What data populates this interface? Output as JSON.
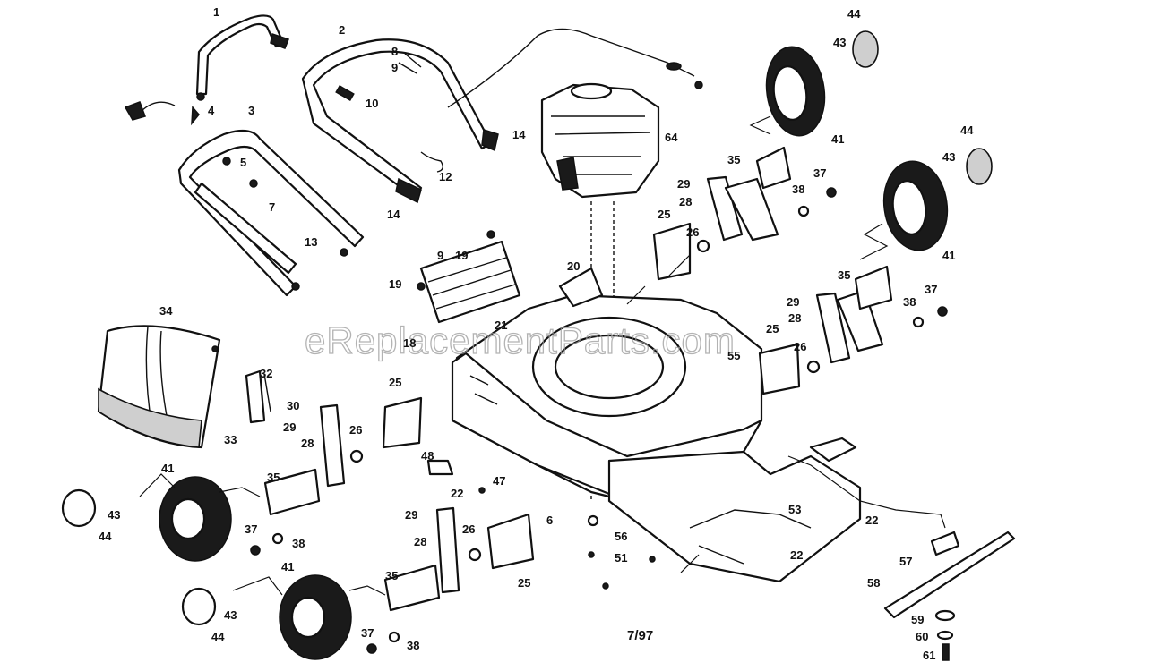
{
  "diagram": {
    "watermark": "eReplacementParts.com",
    "date_code": "7/97",
    "callouts": [
      {
        "id": "c1",
        "label": "1"
      },
      {
        "id": "c2",
        "label": "2"
      },
      {
        "id": "c3",
        "label": "3"
      },
      {
        "id": "c4",
        "label": "4"
      },
      {
        "id": "c5",
        "label": "5"
      },
      {
        "id": "c7",
        "label": "7"
      },
      {
        "id": "c8",
        "label": "8"
      },
      {
        "id": "c9a",
        "label": "9"
      },
      {
        "id": "c10",
        "label": "10"
      },
      {
        "id": "c12",
        "label": "12"
      },
      {
        "id": "c13",
        "label": "13"
      },
      {
        "id": "c14a",
        "label": "14"
      },
      {
        "id": "c14b",
        "label": "14"
      },
      {
        "id": "c64",
        "label": "64"
      },
      {
        "id": "c44a",
        "label": "44"
      },
      {
        "id": "c43a",
        "label": "43"
      },
      {
        "id": "c41a",
        "label": "41"
      },
      {
        "id": "c44b",
        "label": "44"
      },
      {
        "id": "c43b",
        "label": "43"
      },
      {
        "id": "c41b",
        "label": "41"
      },
      {
        "id": "c35a",
        "label": "35"
      },
      {
        "id": "c29a",
        "label": "29"
      },
      {
        "id": "c28a",
        "label": "28"
      },
      {
        "id": "c37a",
        "label": "37"
      },
      {
        "id": "c38a",
        "label": "38"
      },
      {
        "id": "c25a",
        "label": "25"
      },
      {
        "id": "c26a",
        "label": "26"
      },
      {
        "id": "c9b",
        "label": "9"
      },
      {
        "id": "c19a",
        "label": "19"
      },
      {
        "id": "c19b",
        "label": "19"
      },
      {
        "id": "c20",
        "label": "20"
      },
      {
        "id": "c35b",
        "label": "35"
      },
      {
        "id": "c29b",
        "label": "29"
      },
      {
        "id": "c28b",
        "label": "28"
      },
      {
        "id": "c38b",
        "label": "38"
      },
      {
        "id": "c37b",
        "label": "37"
      },
      {
        "id": "c25b",
        "label": "25"
      },
      {
        "id": "c26b",
        "label": "26"
      },
      {
        "id": "c34",
        "label": "34"
      },
      {
        "id": "c21",
        "label": "21"
      },
      {
        "id": "c18",
        "label": "18"
      },
      {
        "id": "c55",
        "label": "55"
      },
      {
        "id": "c32",
        "label": "32"
      },
      {
        "id": "c30",
        "label": "30"
      },
      {
        "id": "c33",
        "label": "33"
      },
      {
        "id": "c25c",
        "label": "25"
      },
      {
        "id": "c29c",
        "label": "29"
      },
      {
        "id": "c28c",
        "label": "28"
      },
      {
        "id": "c26c",
        "label": "26"
      },
      {
        "id": "c48",
        "label": "48"
      },
      {
        "id": "c47",
        "label": "47"
      },
      {
        "id": "c22a",
        "label": "22"
      },
      {
        "id": "c6a",
        "label": "6"
      },
      {
        "id": "c41c",
        "label": "41"
      },
      {
        "id": "c43c",
        "label": "43"
      },
      {
        "id": "c44c",
        "label": "44"
      },
      {
        "id": "c35c",
        "label": "35"
      },
      {
        "id": "c37c",
        "label": "37"
      },
      {
        "id": "c38c",
        "label": "38"
      },
      {
        "id": "c29d",
        "label": "29"
      },
      {
        "id": "c28d",
        "label": "28"
      },
      {
        "id": "c26d",
        "label": "26"
      },
      {
        "id": "c25d",
        "label": "25"
      },
      {
        "id": "c56",
        "label": "56"
      },
      {
        "id": "c51",
        "label": "51"
      },
      {
        "id": "c53",
        "label": "53"
      },
      {
        "id": "c22b",
        "label": "22"
      },
      {
        "id": "c22c",
        "label": "22"
      },
      {
        "id": "c41d",
        "label": "41"
      },
      {
        "id": "c43d",
        "label": "43"
      },
      {
        "id": "c44d",
        "label": "44"
      },
      {
        "id": "c35d",
        "label": "35"
      },
      {
        "id": "c37d",
        "label": "37"
      },
      {
        "id": "c38d",
        "label": "38"
      },
      {
        "id": "c57",
        "label": "57"
      },
      {
        "id": "c58",
        "label": "58"
      },
      {
        "id": "c59",
        "label": "59"
      },
      {
        "id": "c60",
        "label": "60"
      },
      {
        "id": "c61",
        "label": "61"
      }
    ]
  }
}
